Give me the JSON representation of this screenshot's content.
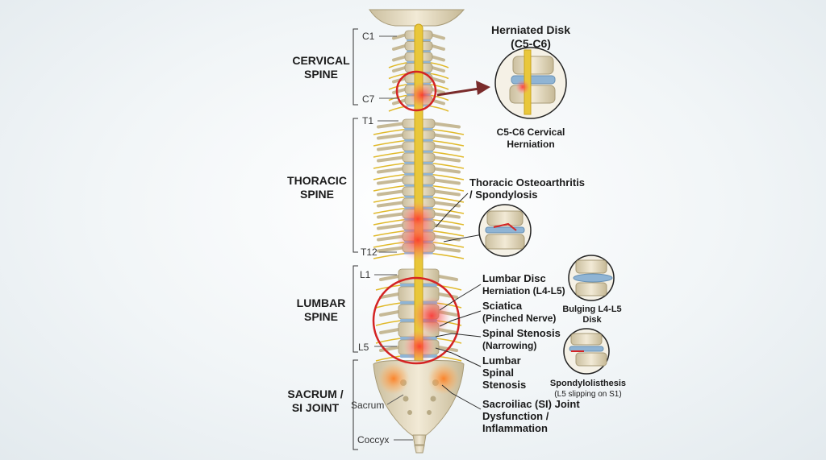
{
  "regions": {
    "cervical": [
      "CERVICAL",
      "SPINE"
    ],
    "thoracic": [
      "THORACIC",
      "SPINE"
    ],
    "lumbar": [
      "LUMBAR",
      "SPINE"
    ],
    "sacrum": [
      "SACRUM /",
      "SI JOINT"
    ]
  },
  "levels": {
    "c1": "C1",
    "c7": "C7",
    "t1": "T1",
    "t12": "T12",
    "l1": "L1",
    "l5": "L5",
    "sacrum": "Sacrum",
    "coccyx": "Coccyx"
  },
  "inset_cervical": {
    "title": [
      "Herniated Disk",
      "(C5-C6)"
    ],
    "caption": [
      "C5-C6 Cervical",
      "Herniation"
    ]
  },
  "conditions": {
    "thoracic": [
      "Thoracic Osteoarthritis",
      "/ Spondylosis"
    ],
    "lumbar_disc": [
      "Lumbar Disc",
      "Herniation (L4-L5)"
    ],
    "sciatica": [
      "Sciatica",
      "(Pinched Nerve)"
    ],
    "spinal_stenosis": [
      "Spinal Stenosis",
      "(Narrowing)"
    ],
    "lumbar_spinal_stenosis": [
      "Lumbar",
      "Spinal",
      "Stenosis"
    ],
    "si_joint": [
      "Sacroiliac (SI) Joint",
      "Dysfunction /",
      "Inflammation"
    ]
  },
  "inset_bulging": {
    "caption": [
      "Bulging L4-L5",
      "Disk"
    ]
  },
  "inset_spondylolisthesis": {
    "caption": [
      "Spondylolisthesis",
      "(L5 slipping on S1)"
    ]
  },
  "colors": {
    "highlight": "#d42424",
    "spinal_cord": "#e9c73a",
    "disc": "#8fb4d4",
    "bone": "#f2ead6"
  }
}
